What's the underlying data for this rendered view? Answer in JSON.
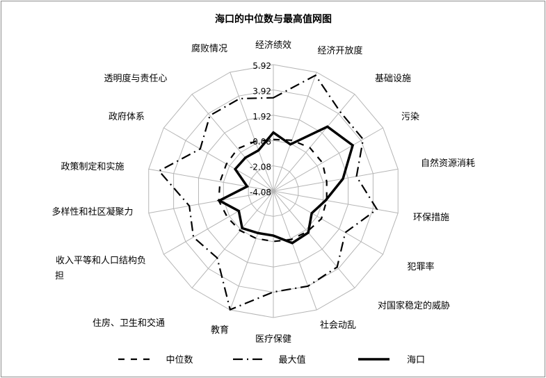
{
  "chart_data": {
    "type": "radar",
    "title": "海口的中位数与最高值网图",
    "categories": [
      "经济绩效",
      "经济开放度",
      "基础设施",
      "污染",
      "自然资源消耗",
      "环保措施",
      "犯罪率",
      "对国家稳定的威胁",
      "社会动乱",
      "医疗保健",
      "教育",
      "住房、卫生和交通",
      "收入平等和人口结构负担",
      "多样性和社区凝聚力",
      "政策制定和实施",
      "政府体系",
      "透明度与责任心",
      "腐败情况"
    ],
    "category_label_lines": {
      "12": [
        "收入平等和人口结构负",
        "担"
      ]
    },
    "ticks": [
      "5.92",
      "3.92",
      "1.92",
      "-0.08",
      "-2.08",
      "-4.08"
    ],
    "tick_values": [
      5.92,
      3.92,
      1.92,
      -0.08,
      -2.08,
      -4.08
    ],
    "rlim": [
      -4.08,
      5.92
    ],
    "grid": true,
    "legend_position": "bottom",
    "series": [
      {
        "name": "中位数",
        "style": "dash",
        "values": [
          0.0,
          0.2,
          0.4,
          0.4,
          0.2,
          0.2,
          0.3,
          0.1,
          0.0,
          -0.1,
          -0.1,
          0.0,
          0.1,
          0.3,
          0.2,
          0.2,
          0.3,
          0.1
        ]
      },
      {
        "name": "最大值",
        "style": "dashdot",
        "values": [
          3.3,
          5.66,
          4.12,
          4.11,
          2.59,
          4.23,
          2.48,
          3.76,
          3.92,
          3.9,
          5.9,
          2.82,
          3.21,
          2.66,
          5.09,
          2.59,
          3.72,
          3.7
        ]
      },
      {
        "name": "海口",
        "style": "solid",
        "values": [
          0.55,
          -0.15,
          2.57,
          3.16,
          1.5,
          0.12,
          -0.58,
          0.21,
          0.29,
          -0.56,
          -0.55,
          -0.25,
          -0.93,
          0.25,
          -1.98,
          -0.6,
          -0.64,
          -0.65
        ]
      }
    ]
  }
}
